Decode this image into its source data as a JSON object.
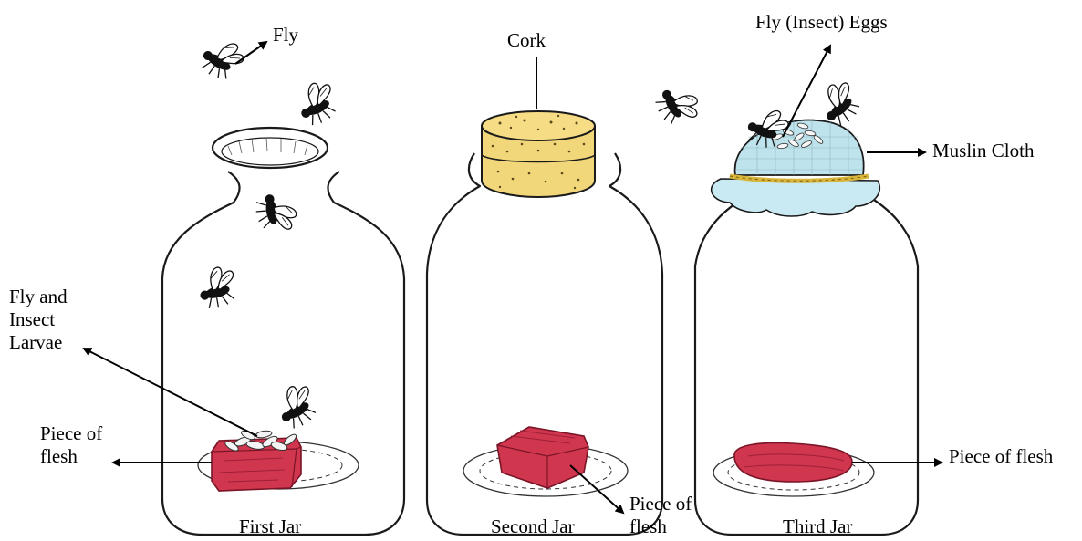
{
  "labels": {
    "fly": "Fly",
    "cork": "Cork",
    "fly_eggs": "Fly (Insect) Eggs",
    "muslin_cloth": "Muslin Cloth",
    "fly_larvae": "Fly and\nInsect\nLarvae",
    "piece_of_flesh_left": "Piece of\nflesh",
    "piece_of_flesh_middle": "Piece of\nflesh",
    "piece_of_flesh_right": "Piece of flesh",
    "first_jar": "First Jar",
    "second_jar": "Second Jar",
    "third_jar": "Third Jar"
  },
  "colors": {
    "cork": "#f2d77a",
    "cork_dots": "#5a4a1e",
    "muslin": "#bfe3ec",
    "muslin_band": "#d8b43a",
    "flesh": "#d1364f",
    "flesh_dark": "#9e1f37",
    "larvae": "#f4f4f4",
    "outline": "#1a1a1a"
  }
}
